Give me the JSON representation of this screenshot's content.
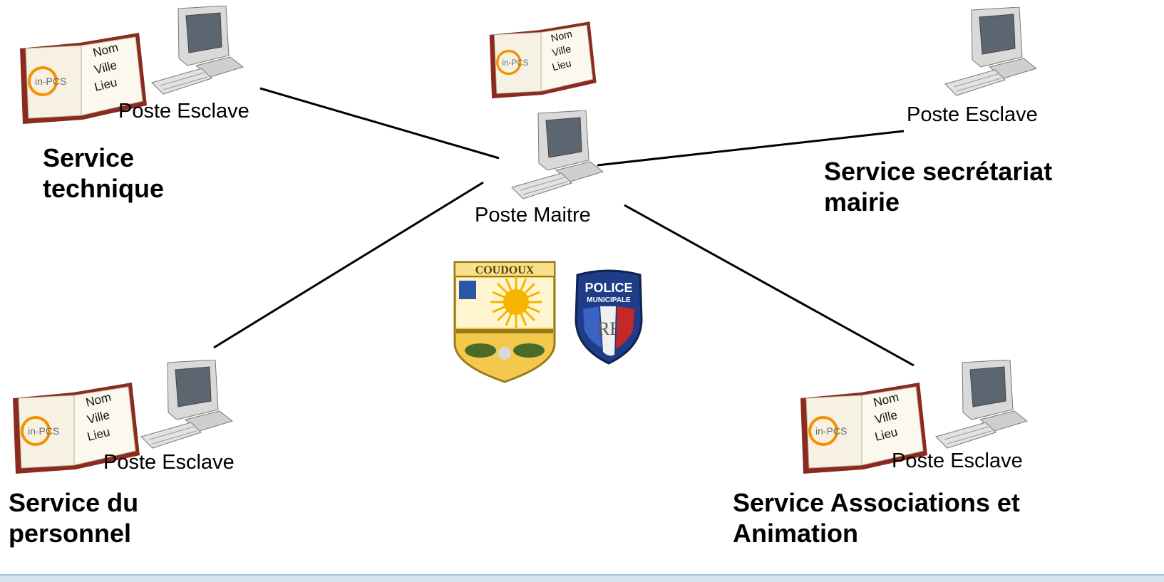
{
  "colors": {
    "link_line": "#000000",
    "book_cover": "#8b2a1e",
    "book_page": "#f6f1e3",
    "logo_orange": "#f39200",
    "computer_body": "#d9d9d9",
    "computer_screen": "#5c6670",
    "coudoux_shield": "#f2c94c",
    "police_blue": "#1f3c88",
    "police_red": "#c62828"
  },
  "book": {
    "logo": "in-PCS",
    "fields": [
      "Nom",
      "Ville",
      "Lieu"
    ]
  },
  "nodes": {
    "master": {
      "caption": "Poste Maitre"
    },
    "top_left": {
      "caption": "Poste Esclave",
      "title_lines": [
        "Service",
        "technique"
      ]
    },
    "top_right": {
      "caption": "Poste Esclave",
      "title_lines": [
        "Service secrétariat",
        "mairie"
      ]
    },
    "bottom_left": {
      "caption": "Poste Esclave",
      "title_lines": [
        "Service du",
        "personnel"
      ]
    },
    "bottom_right": {
      "caption": "Poste Esclave",
      "title_lines": [
        "Service Associations et",
        "Animation"
      ]
    }
  },
  "emblems": {
    "coudoux": {
      "text": "COUDOUX"
    },
    "police": {
      "line1": "POLICE",
      "line2": "MUNICIPALE",
      "initials": "RF"
    }
  },
  "icons": [
    "computer-icon",
    "book-icon",
    "coudoux-crest",
    "police-badge"
  ]
}
